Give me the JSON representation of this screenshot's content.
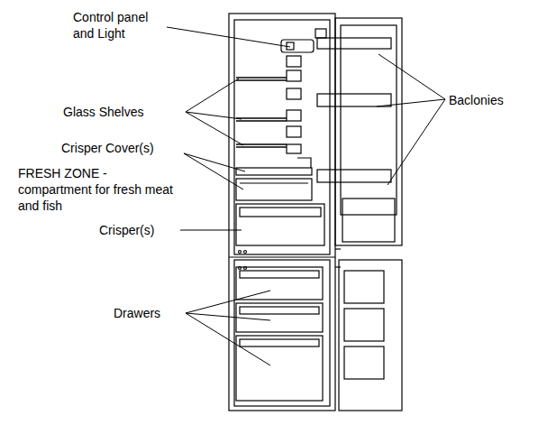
{
  "diagram": {
    "labels": [
      "Control panel and Light",
      "Glass Shelves",
      "Crisper Cover(s)",
      "FRESH ZONE - compartment for fresh meat and fish",
      "Crisper(s)",
      "Drawers",
      "Baclonies"
    ]
  }
}
